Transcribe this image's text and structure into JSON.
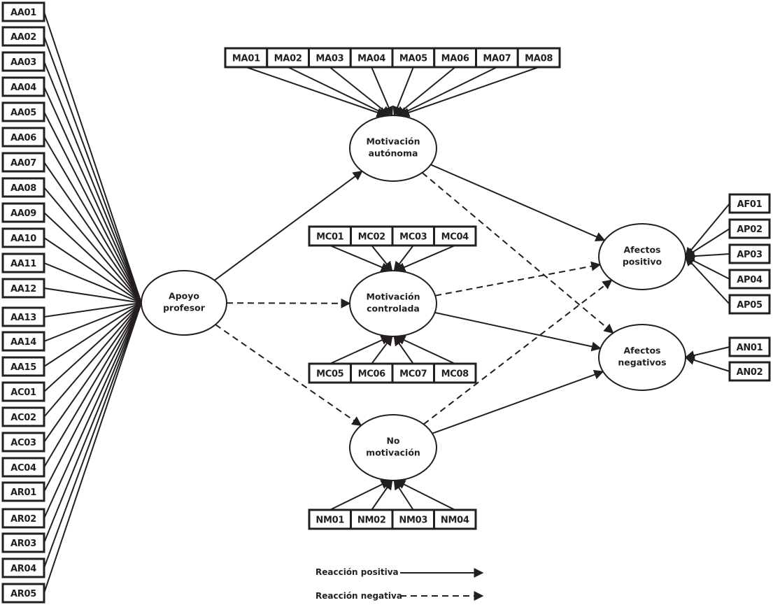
{
  "colors": {
    "ink": "#231f20",
    "background": "#ffffff"
  },
  "nodes": {
    "apoyo": {
      "lines": [
        "Apoyo",
        "profesor"
      ]
    },
    "ma": {
      "lines": [
        "Motivación",
        "autónoma"
      ]
    },
    "mc": {
      "lines": [
        "Motivación",
        "controlada"
      ]
    },
    "nm": {
      "lines": [
        "No",
        "motivación"
      ]
    },
    "ap": {
      "lines": [
        "Afectos",
        "positivo"
      ]
    },
    "an": {
      "lines": [
        "Afectos",
        "negativos"
      ]
    }
  },
  "indicators": {
    "apoyo": [
      "AA01",
      "AA02",
      "AA03",
      "AA04",
      "AA05",
      "AA06",
      "AA07",
      "AA08",
      "AA09",
      "AA10",
      "AA11",
      "AA12",
      "AA13",
      "AA14",
      "AA15",
      "AC01",
      "AC02",
      "AC03",
      "AC04",
      "AR01",
      "AR02",
      "AR03",
      "AR04",
      "AR05"
    ],
    "ma": [
      "MA01",
      "MA02",
      "MA03",
      "MA04",
      "MA05",
      "MA06",
      "MA07",
      "MA08"
    ],
    "mc_top": [
      "MC01",
      "MC02",
      "MC03",
      "MC04"
    ],
    "mc_bottom": [
      "MC05",
      "MC06",
      "MC07",
      "MC08"
    ],
    "nm": [
      "NM01",
      "NM02",
      "NM03",
      "NM04"
    ],
    "ap": [
      "AF01",
      "AP02",
      "AP03",
      "AP04",
      "AP05"
    ],
    "an": [
      "AN01",
      "AN02"
    ]
  },
  "paths": [
    {
      "from": "apoyo",
      "to": "ma",
      "type": "positive"
    },
    {
      "from": "apoyo",
      "to": "mc",
      "type": "negative"
    },
    {
      "from": "apoyo",
      "to": "nm",
      "type": "negative"
    },
    {
      "from": "ma",
      "to": "ap",
      "type": "positive"
    },
    {
      "from": "ma",
      "to": "an",
      "type": "negative"
    },
    {
      "from": "mc",
      "to": "ap",
      "type": "negative"
    },
    {
      "from": "mc",
      "to": "an",
      "type": "positive"
    },
    {
      "from": "nm",
      "to": "ap",
      "type": "negative"
    },
    {
      "from": "nm",
      "to": "an",
      "type": "positive"
    }
  ],
  "legend": {
    "positive_label": "Reacción positiva",
    "negative_label": "Reacción negativa"
  }
}
